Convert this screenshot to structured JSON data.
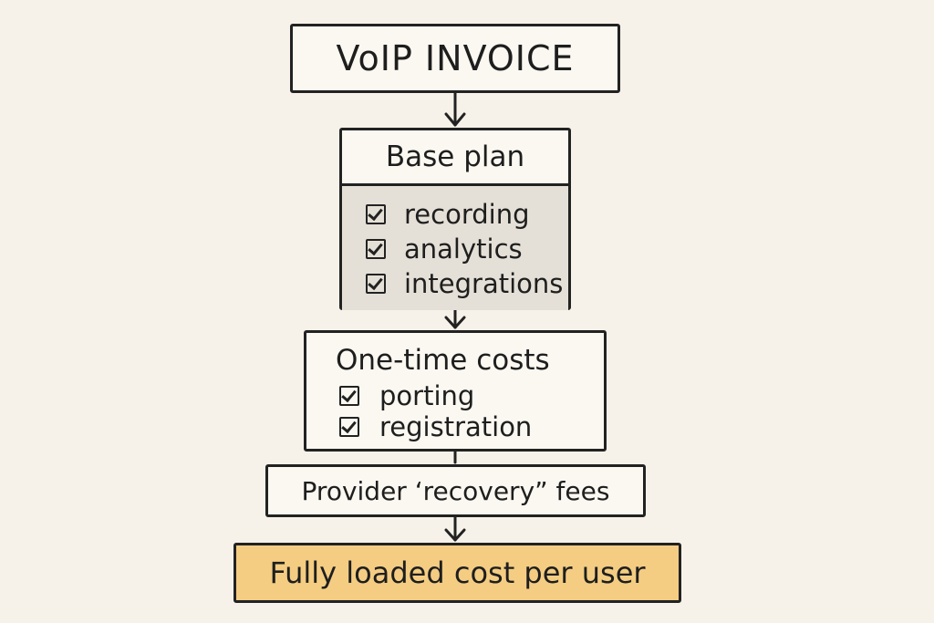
{
  "title": "VoIP INVOICE",
  "base_plan": {
    "heading": "Base plan",
    "items": [
      "recording",
      "analytics",
      "integrations"
    ]
  },
  "one_time": {
    "heading": "One-time costs",
    "items": [
      "porting",
      "registration"
    ]
  },
  "provider_fees": "Provider ‘recovery” fees",
  "result": "Fully loaded cost per user",
  "colors": {
    "background": "#f6f2e9",
    "grey_section": "#e5e0d7",
    "result_highlight": "#f4cd82"
  },
  "icons": {
    "checkbox": "checked-box-icon",
    "connector": "down-arrow-icon"
  }
}
